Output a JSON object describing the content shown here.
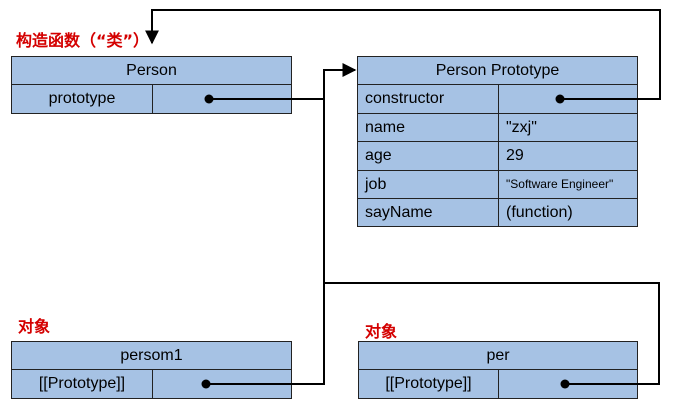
{
  "labels": {
    "constructor_fn": "构造函数（“类”）",
    "object1": "对象",
    "object2": "对象"
  },
  "person": {
    "title": "Person",
    "rows": [
      {
        "key": "prototype"
      }
    ]
  },
  "proto": {
    "title": "Person Prototype",
    "rows": [
      {
        "key": "constructor",
        "value": ""
      },
      {
        "key": "name",
        "value": "\"zxj\""
      },
      {
        "key": "age",
        "value": "29"
      },
      {
        "key": "job",
        "value": "\"Software Engineer\""
      },
      {
        "key": "sayName",
        "value": "(function)"
      }
    ]
  },
  "persom1": {
    "title": "persom1",
    "rows": [
      {
        "key": "[[Prototype]]"
      }
    ]
  },
  "per": {
    "title": "per",
    "rows": [
      {
        "key": "[[Prototype]]"
      }
    ]
  }
}
